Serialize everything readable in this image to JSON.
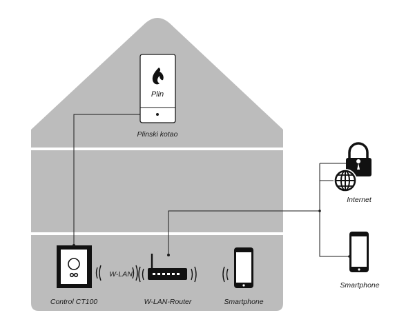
{
  "labels": {
    "boiler_text": "Plin",
    "boiler": "Plinski kotao",
    "controller": "Control CT100",
    "wlan": "W-LAN",
    "router": "W-LAN-Router",
    "smartphone_home": "Smartphone",
    "internet": "Internet",
    "smartphone_remote": "Smartphone"
  },
  "icons": {
    "boiler": "flame-icon",
    "controller": "thermostat-icon",
    "router": "router-icon",
    "internet": "globe-icon",
    "lock": "padlock-icon",
    "phone": "smartphone-icon",
    "wifi": "wifi-waves-icon"
  },
  "colors": {
    "house_fill": "#bcbcbc",
    "floor_divider": "#ffffff",
    "wire": "#1a1a1a",
    "device_dark": "#111111"
  }
}
